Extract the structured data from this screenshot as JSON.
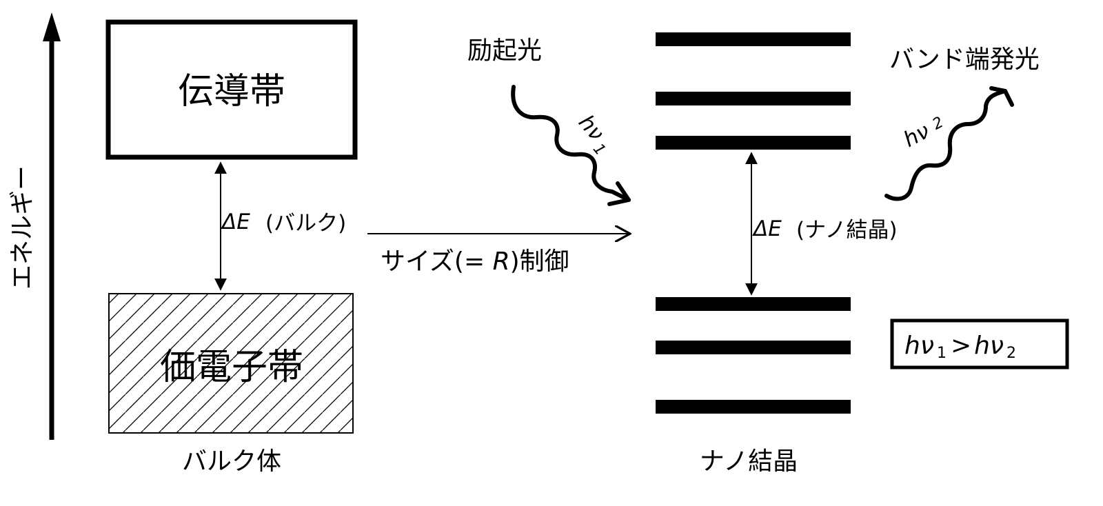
{
  "axis": {
    "label": "エネルギー"
  },
  "bulk": {
    "conduction_band": "伝導帯",
    "valence_band": "価電子帯",
    "caption": "バルク体",
    "gap_symbol": "ΔE",
    "gap_text": "(バルク)"
  },
  "size_control": {
    "prefix": "サイズ(= ",
    "variable": "R",
    "suffix": ")制御"
  },
  "nano": {
    "caption": "ナノ結晶",
    "gap_symbol": "ΔE",
    "gap_text": "(ナノ結晶)",
    "upper_levels": 3,
    "lower_levels": 3
  },
  "excitation": {
    "label": "励起光",
    "photon": "hν",
    "subscript": "1"
  },
  "emission": {
    "label": "バンド端発光",
    "photon": "hν",
    "subscript": "2"
  },
  "relation": {
    "left": "hν",
    "left_sub": "1",
    "op": ">",
    "right": "hν",
    "right_sub": "2"
  },
  "colors": {
    "ink": "#000000",
    "background": "#ffffff"
  }
}
